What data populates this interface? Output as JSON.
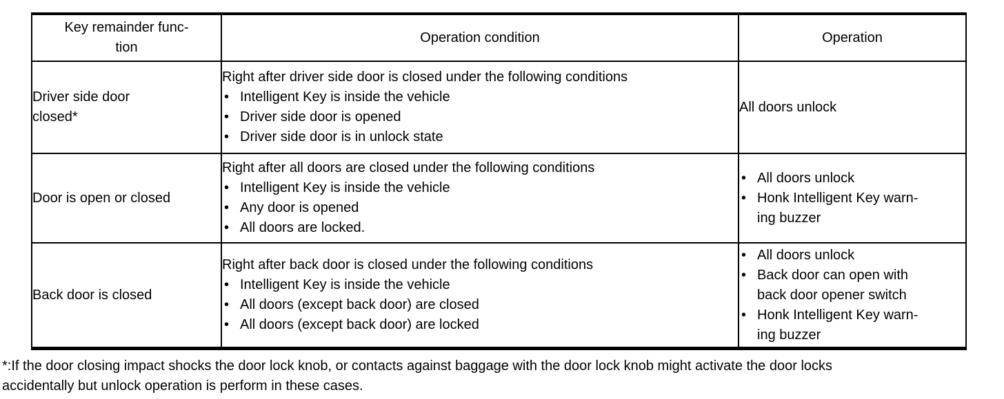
{
  "colors": {
    "background": "#ffffff",
    "text": "#000000",
    "border": "#000000"
  },
  "table": {
    "headers": [
      {
        "label": "Key remainder func-\ntion"
      },
      {
        "label": "Operation condition"
      },
      {
        "label": "Operation"
      }
    ],
    "bullet_glyph": "•",
    "rows": [
      {
        "function": "Driver side door\nclosed*",
        "condition_intro": "Right after driver side door is closed under the following conditions",
        "condition_items": [
          "Intelligent Key is inside the vehicle",
          "Driver side door is opened",
          "Driver side door is in unlock state"
        ],
        "operation_text": "All doors unlock"
      },
      {
        "function": "Door is open or closed",
        "condition_intro": "Right after all doors are closed under the following conditions",
        "condition_items": [
          "Intelligent Key is inside the vehicle",
          "Any door is opened",
          "All doors are locked."
        ],
        "operation_items": [
          "All doors unlock",
          "Honk Intelligent Key warn-\ning buzzer"
        ]
      },
      {
        "function": "Back door is closed",
        "condition_intro": "Right after back door is closed under the following conditions",
        "condition_items": [
          "Intelligent Key is inside the vehicle",
          "All doors (except back door) are closed",
          "All doors (except back door) are locked"
        ],
        "operation_items": [
          "All doors unlock",
          "Back door can open with\nback door opener switch",
          "Honk Intelligent Key warn-\ning buzzer"
        ]
      }
    ]
  },
  "footnote": "*:If the door closing impact shocks the door lock knob, or contacts against baggage with the door lock knob might activate the door locks\naccidentally but unlock operation is perform in these cases."
}
